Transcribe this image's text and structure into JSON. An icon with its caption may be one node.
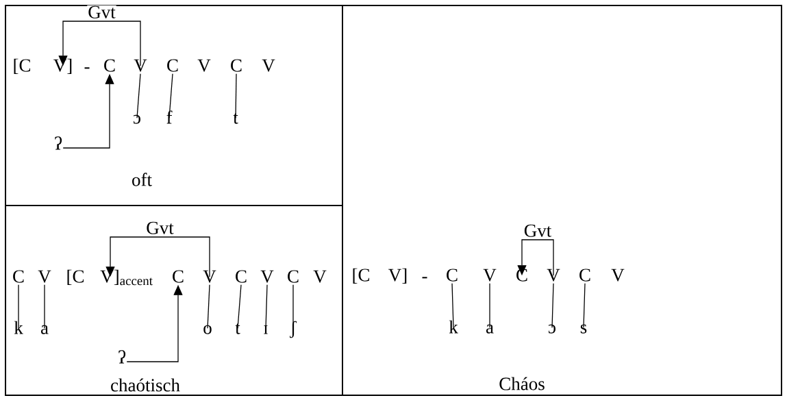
{
  "diagram": {
    "nodes": [
      {
        "text": [
          "[C"
        ]
      },
      {
        "text": [
          "V]"
        ]
      },
      {
        "text": [
          "C"
        ]
      },
      {
        "text": [
          "V"
        ]
      },
      {
        "text": [
          "C"
        ]
      },
      {
        "text": [
          "V"
        ]
      },
      {
        "text": [
          "C"
        ]
      },
      {
        "text": [
          "V"
        ]
      },
      {
        "text": [
          "ɔ"
        ]
      },
      {
        "text": [
          "f"
        ]
      },
      {
        "text": [
          "t"
        ]
      },
      {
        "text": [
          "ʔ"
        ]
      },
      {
        "text": [
          "C"
        ]
      },
      {
        "text": [
          "V"
        ]
      },
      {
        "text": [
          "[C"
        ]
      },
      {
        "text": [
          "V]$_{accent}$"
        ]
      },
      {
        "text": [
          "C"
        ]
      },
      {
        "text": [
          "V"
        ]
      },
      {
        "text": [
          "C"
        ]
      },
      {
        "text": [
          "V"
        ]
      },
      {
        "text": [
          "C"
        ]
      },
      {
        "text": [
          "V"
        ]
      },
      {
        "text": [
          "k"
        ]
      },
      {
        "text": [
          "a"
        ]
      },
      {
        "text": [
          "o"
        ]
      },
      {
        "text": [
          "t"
        ]
      },
      {
        "text": [
          "ɪ"
        ]
      },
      {
        "text": [
          "ʃ"
        ]
      },
      {
        "text": [
          "ʔ"
        ]
      },
      {
        "text": [
          "[C"
        ]
      },
      {
        "text": [
          "V]"
        ]
      },
      {
        "text": [
          "C"
        ]
      },
      {
        "text": [
          "V"
        ]
      },
      {
        "text": [
          "C"
        ]
      },
      {
        "text": [
          "V"
        ]
      },
      {
        "text": [
          "C"
        ]
      },
      {
        "text": [
          "V"
        ]
      },
      {
        "text": [
          "k"
        ]
      },
      {
        "text": [
          "a"
        ]
      },
      {
        "text": [
          "ɔ"
        ]
      },
      {
        "text": [
          "s"
        ]
      }
    ],
    "edges": [
      {
        "from": 3,
        "to": 1,
        "arrow": "to",
        "label": "Gvt"
      },
      {
        "from": 11,
        "to": 2,
        "arrow": "to"
      },
      {
        "from": 3,
        "to": 8,
        "arrow": "none"
      },
      {
        "from": 4,
        "to": 9,
        "arrow": "none"
      },
      {
        "from": 6,
        "to": 10,
        "arrow": "none"
      },
      {
        "from": 17,
        "to": 15,
        "arrow": "to",
        "label": "Gvt"
      },
      {
        "from": 28,
        "to": 16,
        "arrow": "to"
      },
      {
        "from": 12,
        "to": 22,
        "arrow": "none"
      },
      {
        "from": 13,
        "to": 23,
        "arrow": "none"
      },
      {
        "from": 17,
        "to": 24,
        "arrow": "none"
      },
      {
        "from": 18,
        "to": 25,
        "arrow": "none"
      },
      {
        "from": 19,
        "to": 26,
        "arrow": "none"
      },
      {
        "from": 20,
        "to": 27,
        "arrow": "none"
      },
      {
        "from": 34,
        "to": 33,
        "arrow": "to",
        "label": "Gvt"
      },
      {
        "from": 31,
        "to": 37,
        "arrow": "none"
      },
      {
        "from": 32,
        "to": 38,
        "arrow": "none"
      },
      {
        "from": 34,
        "to": 39,
        "arrow": "none"
      },
      {
        "from": 35,
        "to": 40,
        "arrow": "none"
      }
    ],
    "labels": [
      "-",
      "oft",
      "chaótisch",
      "-",
      "Cháos"
    ]
  }
}
